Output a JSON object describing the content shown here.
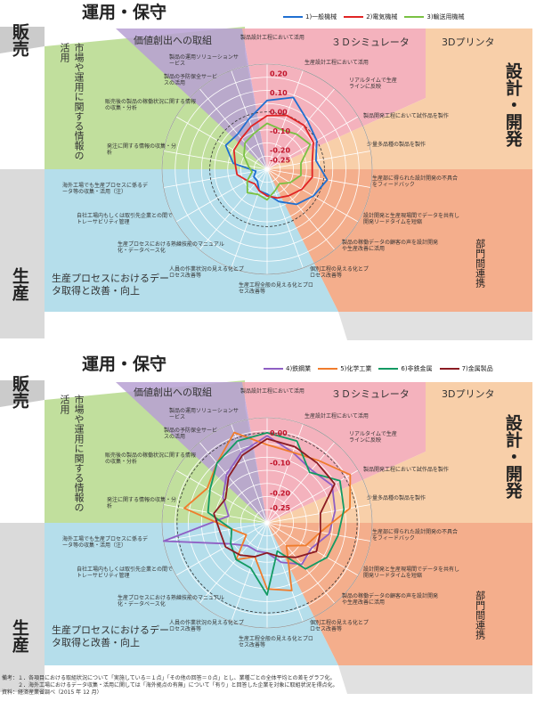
{
  "labels": {
    "unyo": "運用・保守",
    "hanbai": "販売",
    "sekkei": "設計・開発",
    "seisan": "生産",
    "bumonkan": "部門間連携",
    "market": "市場や運用に関する情報の活用",
    "value": "価値創出への取組",
    "sim3d": "３Ｄシミュレータ",
    "printer3d": "3Dプリンタ",
    "process": "生産プロセスにおけるデータ取得と改善・向上"
  },
  "items": [
    "製品設計工程において活用",
    "生産設計工程において活用",
    "リアルタイムで生産ラインに反映",
    "製品開発工程において試作品を製作",
    "少量多品種の製品を製作",
    "生産部に得られた設計開発の不具合をフィードバック",
    "設計開発と生産現場間でデータを共有し開発リードタイムを短縮",
    "製品の稼働データの顧客の声を設計開発や生産改善に活用",
    "個別工程の見える化とプロセス改善等",
    "生産工程全般の見える化とプロセス改善等",
    "人員の作業状況の見える化とプロセス改善等",
    "生産プロセスにおける熟練技能のマニュアル化・データベース化",
    "自社工場内もしくは取引先企業との間でトレーサビリティ管理",
    "海外工場でも生産プロセスに係るデータ等の収集・活用（注）",
    "発注に関する情報の収集・分析",
    "販売後の製品の稼働状況に関する情報の収集・分析",
    "製品の予防保全サービスの活用",
    "製品の運用ソリューションサービス"
  ],
  "chart_data": [
    {
      "type": "radar",
      "axis_ticks": [
        "0.20",
        "0.10",
        "0.00",
        "-0.10",
        "-0.20",
        "-0.25"
      ],
      "rlim": [
        -0.3,
        0.25
      ],
      "series": [
        {
          "name": "1)一般機械",
          "color": "#1f6fd1",
          "values": [
            0.06,
            0.1,
            0.03,
            0.0,
            -0.04,
            0.02,
            -0.02,
            -0.06,
            -0.12,
            -0.17,
            -0.18,
            -0.22,
            -0.22,
            -0.24,
            -0.12,
            -0.05,
            -0.06,
            -0.02
          ]
        },
        {
          "name": "2)電気機械",
          "color": "#e02424",
          "values": [
            -0.02,
            0.0,
            0.0,
            -0.02,
            -0.06,
            -0.06,
            -0.09,
            -0.12,
            -0.14,
            -0.16,
            -0.18,
            -0.2,
            -0.18,
            -0.14,
            -0.13,
            -0.1,
            -0.09,
            -0.06
          ]
        },
        {
          "name": "3)輸送用機械",
          "color": "#7ac143",
          "values": [
            -0.06,
            -0.08,
            -0.06,
            -0.04,
            -0.12,
            -0.12,
            -0.16,
            -0.2,
            -0.18,
            -0.14,
            -0.16,
            -0.14,
            -0.18,
            -0.22,
            -0.2,
            -0.16,
            -0.12,
            -0.1
          ]
        }
      ]
    },
    {
      "type": "radar",
      "axis_ticks": [
        "0.00",
        "-0.10",
        "-0.20",
        "-0.25"
      ],
      "rlim": [
        -0.3,
        0.05
      ],
      "series": [
        {
          "name": "4)鉄鋼業",
          "color": "#8f5fc4",
          "values": [
            -0.01,
            -0.05,
            -0.07,
            -0.05,
            -0.07,
            -0.09,
            -0.13,
            -0.12,
            -0.16,
            -0.2,
            -0.2,
            -0.2,
            -0.16,
            0.05,
            -0.17,
            -0.13,
            -0.09,
            -0.05
          ]
        },
        {
          "name": "5)化学工業",
          "color": "#f07c2c",
          "values": [
            -0.04,
            -0.05,
            -0.03,
            0.02,
            -0.02,
            -0.12,
            -0.15,
            -0.2,
            -0.06,
            -0.08,
            -0.18,
            -0.14,
            -0.22,
            -0.18,
            -0.02,
            -0.07,
            -0.04,
            0.02
          ]
        },
        {
          "name": "6)非鉄金属",
          "color": "#139a63",
          "values": [
            0.0,
            -0.01,
            -0.08,
            -0.02,
            -0.04,
            -0.06,
            -0.07,
            -0.1,
            -0.2,
            -0.06,
            -0.14,
            -0.14,
            -0.16,
            -0.18,
            -0.1,
            -0.08,
            -0.04,
            -0.01
          ]
        },
        {
          "name": "7)金属製品",
          "color": "#8b1a22",
          "values": [
            -0.02,
            -0.03,
            -0.04,
            -0.04,
            -0.12,
            -0.12,
            -0.11,
            -0.15,
            -0.18,
            -0.2,
            -0.18,
            -0.16,
            -0.14,
            -0.14,
            -0.12,
            -0.14,
            -0.1,
            -0.06
          ]
        }
      ]
    }
  ],
  "notes": [
    "備考：１．各項目における取組状況について「実施している＝１点」「その他の回答＝０点」とし、業種ごとの全体平均との差をグラフ化。",
    "　　　２．海外工場におけるデータ収集・活用に関しては「海外拠点の有無」について「有り」と回答した企業を対象に取組状況を得点化。",
    "資料：経済産業省調べ（2015 年 12 月）"
  ]
}
